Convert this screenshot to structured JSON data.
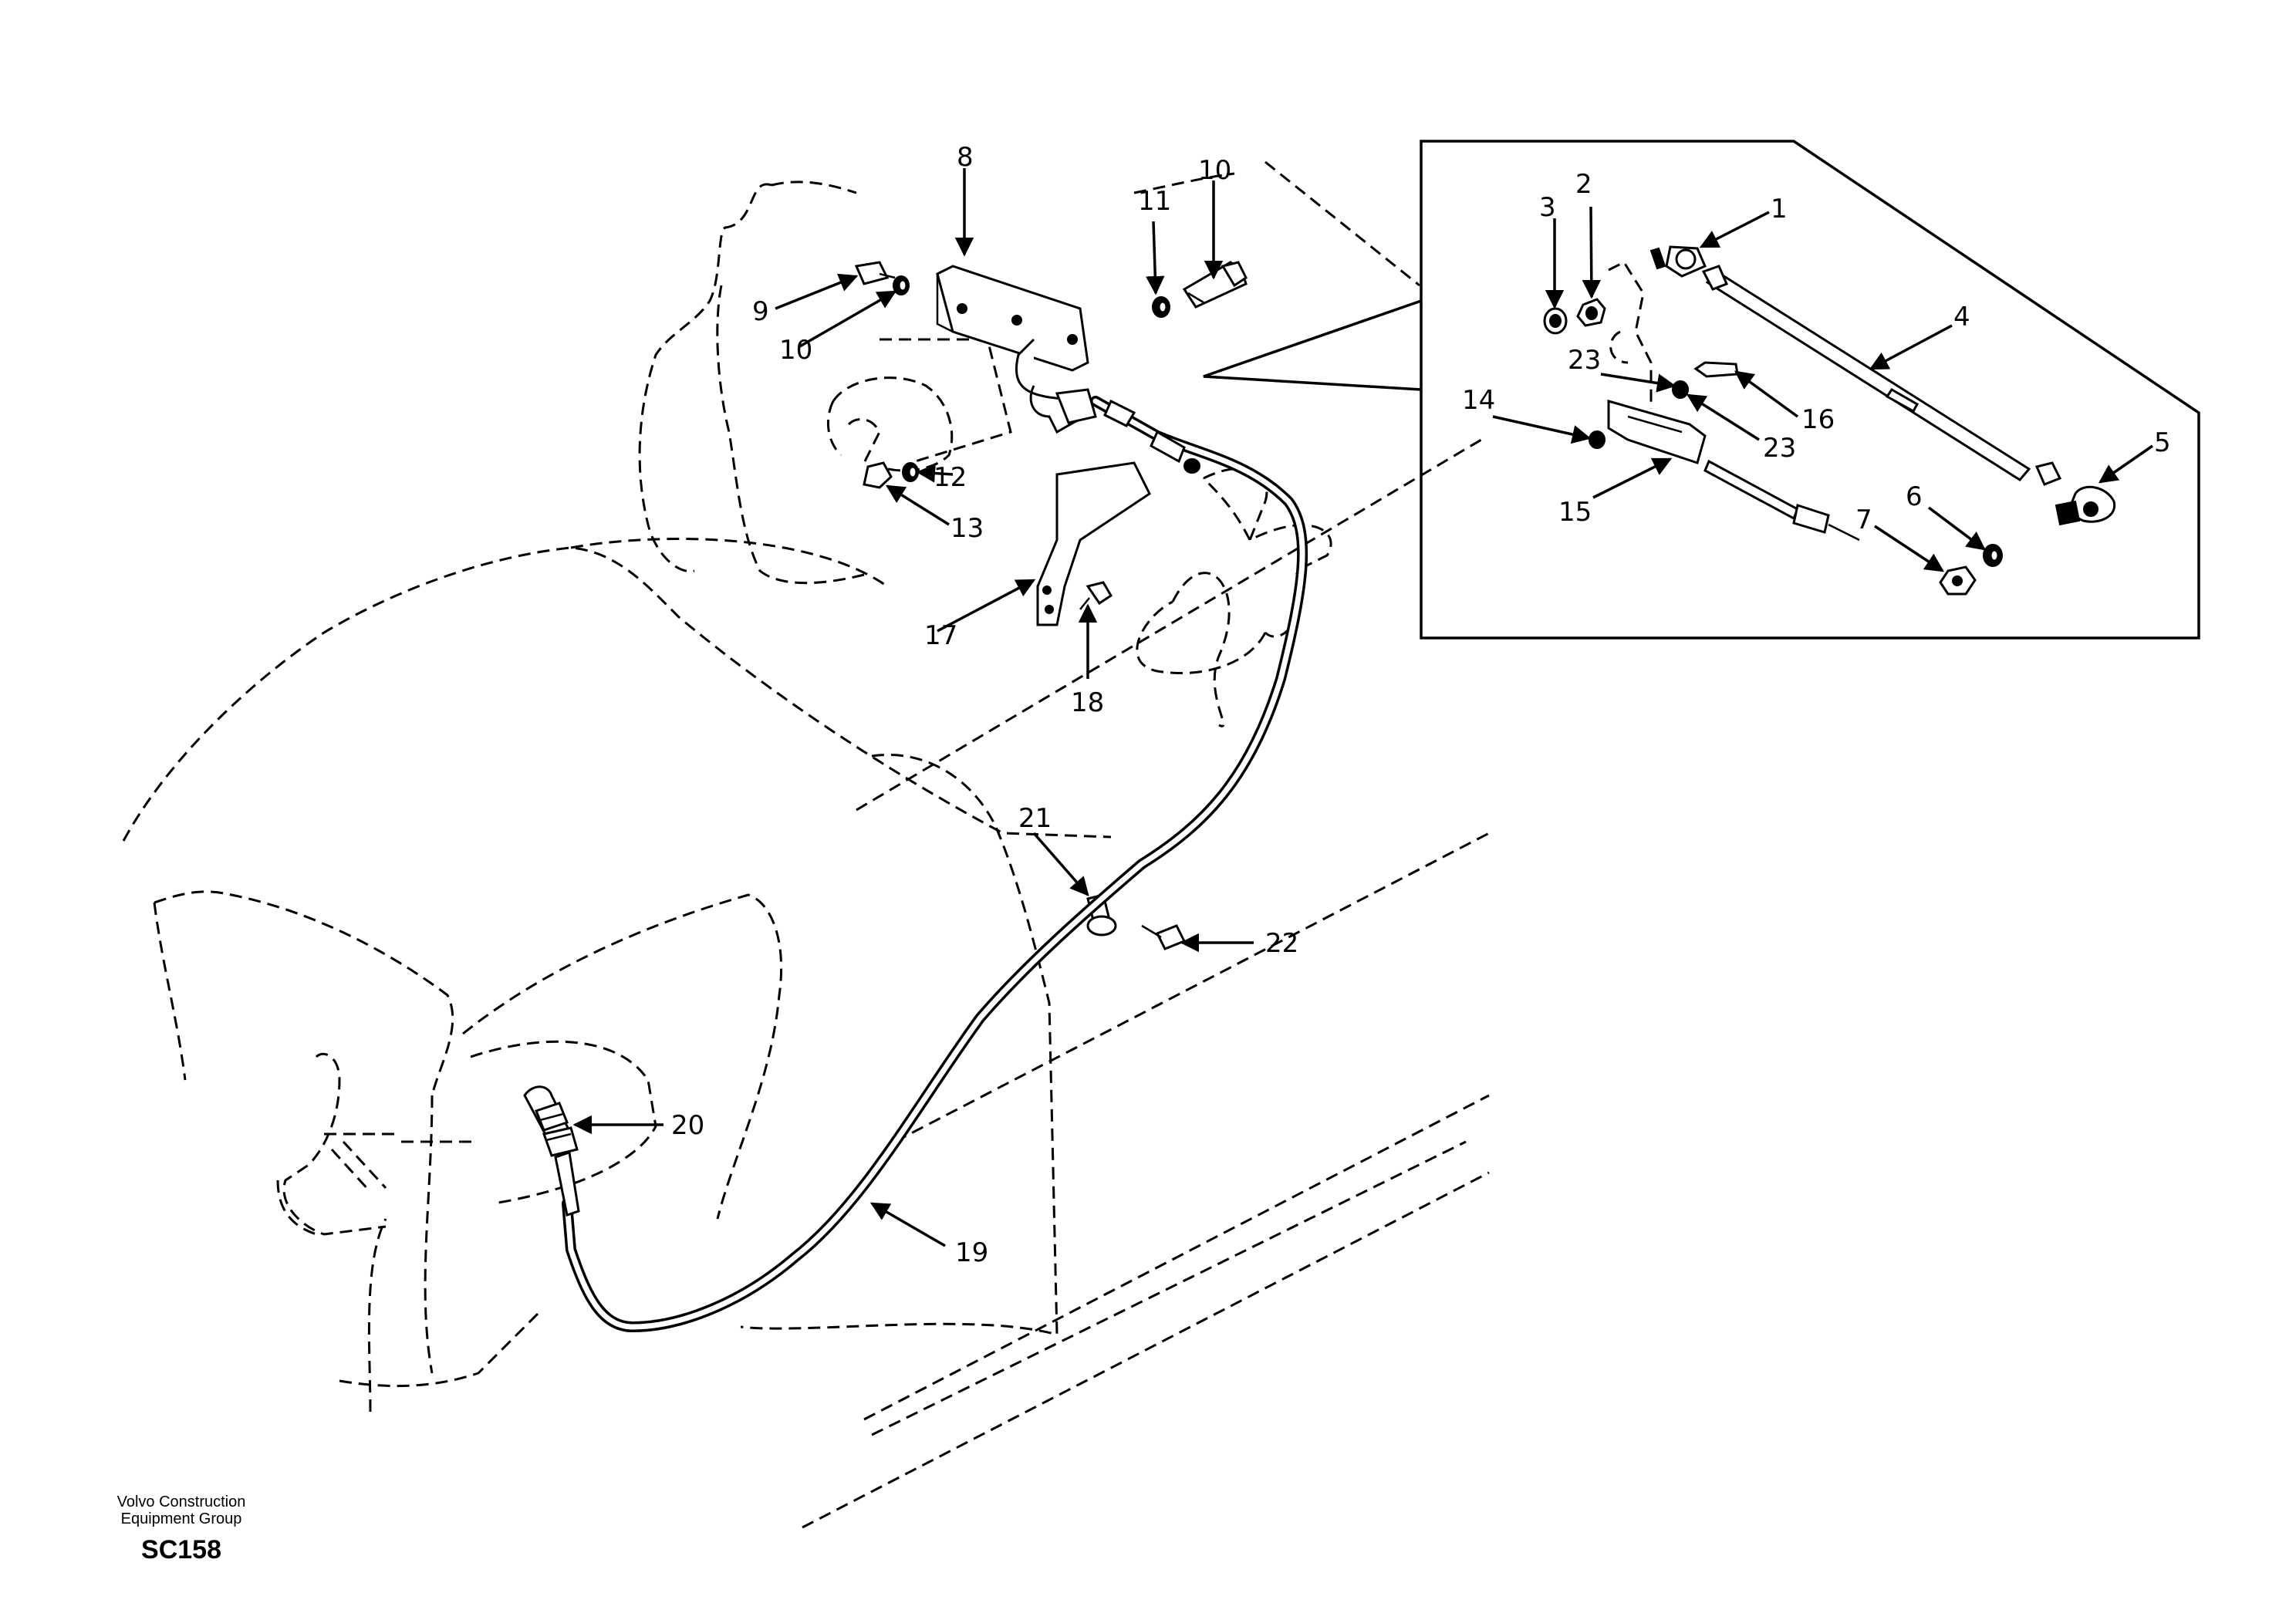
{
  "callouts": [
    "1",
    "2",
    "3",
    "4",
    "5",
    "6",
    "7",
    "8",
    "9",
    "10",
    "10",
    "11",
    "12",
    "13",
    "14",
    "15",
    "16",
    "17",
    "18",
    "19",
    "20",
    "21",
    "22",
    "23",
    "23"
  ],
  "footer": {
    "company_line1": "Volvo Construction",
    "company_line2": "Equipment Group",
    "code": "SC158"
  }
}
